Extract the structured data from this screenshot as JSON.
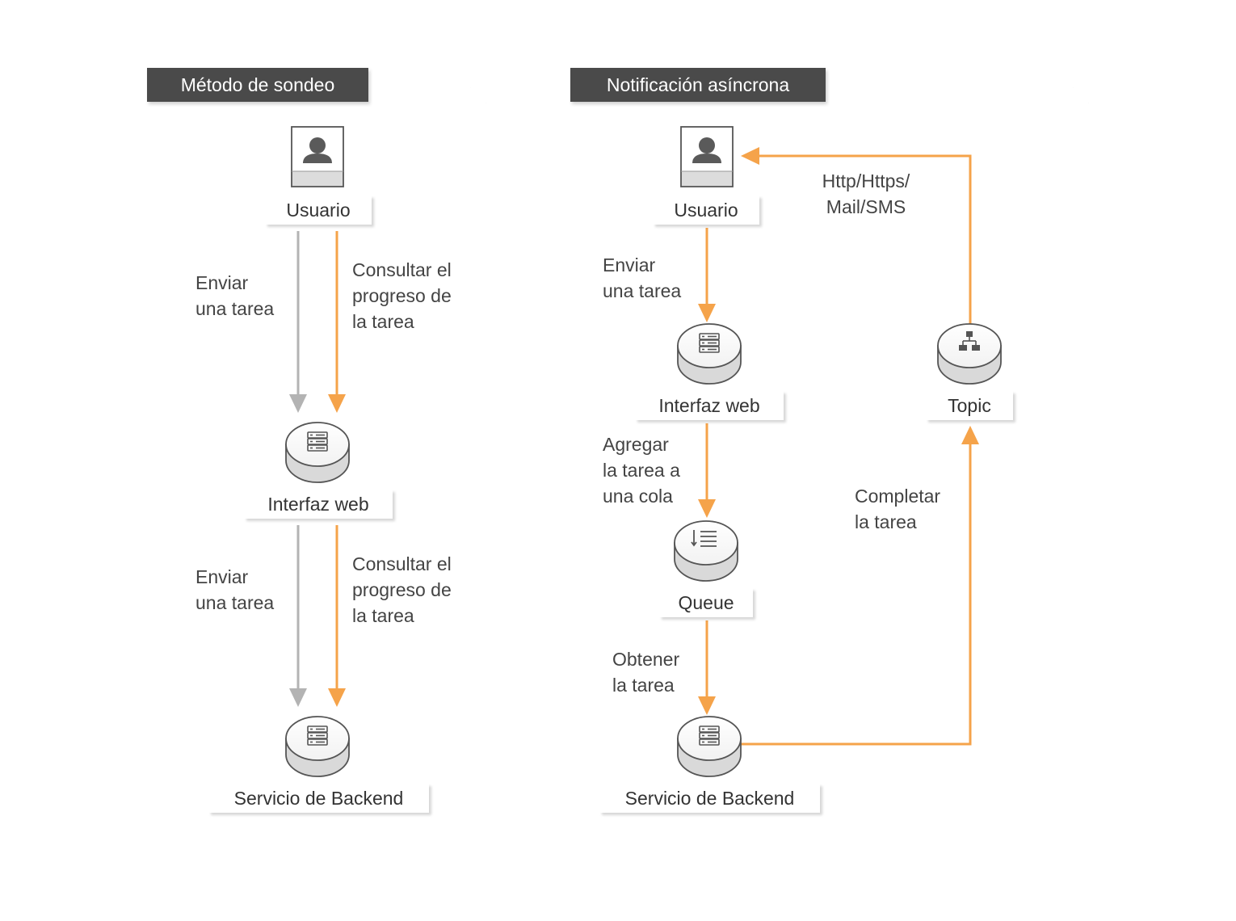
{
  "colors": {
    "accent": "#f5a34a",
    "neutral": "#b3b3b3",
    "title_bg": "#4a4a4a"
  },
  "left": {
    "title": "Método de sondeo",
    "nodes": {
      "user": {
        "label": "Usuario",
        "icon": "user-icon"
      },
      "web": {
        "label": "Interfaz web",
        "icon": "server-icon"
      },
      "backend": {
        "label": "Servicio de Backend",
        "icon": "server-icon"
      }
    },
    "annotations": {
      "send1": "Enviar\nuna tarea",
      "query1": "Consultar el\nprogreso de\nla tarea",
      "send2": "Enviar\nuna tarea",
      "query2": "Consultar el\nprogreso de\nla tarea"
    }
  },
  "right": {
    "title": "Notificación asíncrona",
    "nodes": {
      "user": {
        "label": "Usuario",
        "icon": "user-icon"
      },
      "web": {
        "label": "Interfaz web",
        "icon": "server-icon"
      },
      "queue": {
        "label": "Queue",
        "icon": "queue-list-icon"
      },
      "backend": {
        "label": "Servicio de Backend",
        "icon": "server-icon"
      },
      "topic": {
        "label": "Topic",
        "icon": "hierarchy-icon"
      }
    },
    "annotations": {
      "send": "Enviar\nuna tarea",
      "enqueue": "Agregar\nla tarea a\nuna cola",
      "fetch": "Obtener\nla tarea",
      "complete": "Completar\nla tarea",
      "notify": "Http/Https/\nMail/SMS"
    }
  }
}
